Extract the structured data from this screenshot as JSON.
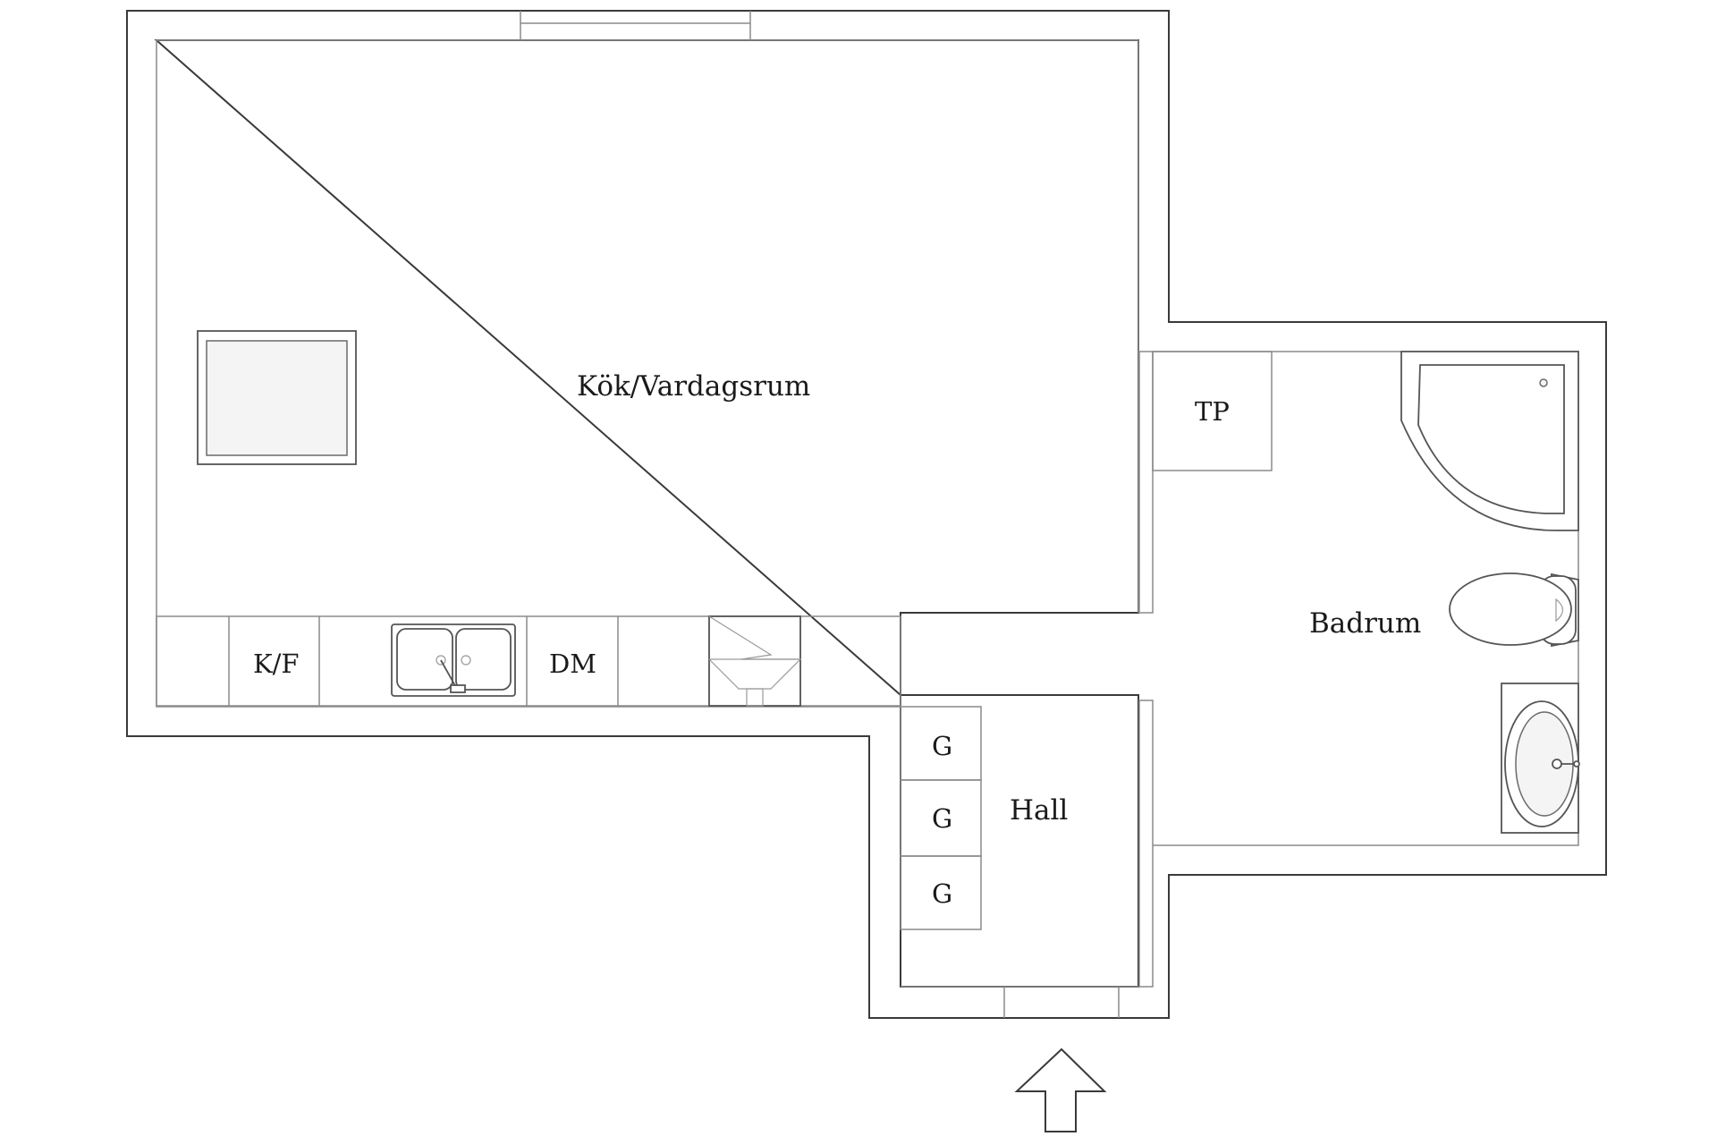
{
  "rooms": {
    "kitchen_living": "Kök/Vardagsrum",
    "bathroom": "Badrum",
    "hall": "Hall"
  },
  "units": {
    "fridge_freezer": "K/F",
    "dishwasher": "DM",
    "wardrobes": [
      "G",
      "G",
      "G"
    ],
    "toilet_paper": "TP"
  },
  "colors": {
    "wall": "#3a3a3a",
    "line": "#8a8a8a",
    "background": "#ffffff"
  }
}
